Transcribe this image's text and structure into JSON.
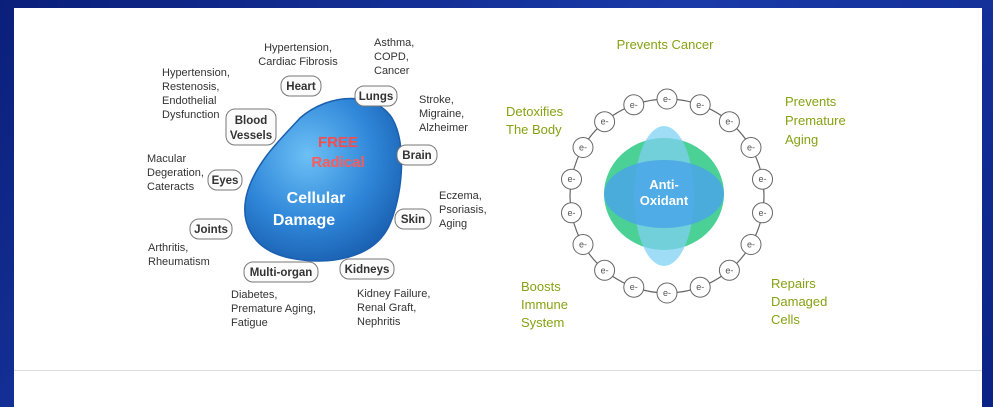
{
  "left": {
    "center": {
      "line1": "FREE",
      "line2": "Radical",
      "line3": "Cellular",
      "line4": "Damage"
    },
    "organs": {
      "heart": "Heart",
      "lungs": "Lungs",
      "blood_line1": "Blood",
      "blood_line2": "Vessels",
      "brain": "Brain",
      "eyes": "Eyes",
      "skin": "Skin",
      "joints": "Joints",
      "kidneys": "Kidneys",
      "multi": "Multi-organ"
    },
    "notes": {
      "heart": [
        "Hypertension,",
        "Cardiac Fibrosis"
      ],
      "lungs": [
        "Asthma,",
        "COPD,",
        "Cancer"
      ],
      "blood": [
        "Hypertension,",
        "Restenosis,",
        "Endothelial",
        "Dysfunction"
      ],
      "brain": [
        "Stroke,",
        "Migraine,",
        "Alzheimer"
      ],
      "eyes": [
        "Macular",
        "Degeration,",
        "Cateracts"
      ],
      "skin": [
        "Eczema,",
        "Psoriasis,",
        "Aging"
      ],
      "joints": [
        "Arthritis,",
        "Rheumatism"
      ],
      "multi": [
        "Diabetes,",
        "Premature Aging,",
        "Fatigue"
      ],
      "kidneys": [
        "Kidney Failure,",
        "Renal Graft,",
        "Nephritis"
      ]
    }
  },
  "right": {
    "center": {
      "line1": "Anti-",
      "line2": "Oxidant"
    },
    "electron": "e-",
    "benefits": {
      "top": "Prevents Cancer",
      "tl": [
        "Detoxifies",
        "The Body"
      ],
      "tr": [
        "Prevents",
        "Premature",
        "Aging"
      ],
      "bl": [
        "Boosts",
        "Immune",
        "System"
      ],
      "br": [
        "Repairs",
        "Damaged",
        "Cells"
      ]
    }
  },
  "colors": {
    "background": "#1a3aa8",
    "blob": "#2f86d8",
    "free_text": "#ff4a4a",
    "green_text": "#86a213",
    "antioxidant_blue": "#4aa6e8",
    "antioxidant_green": "#2cc882"
  }
}
